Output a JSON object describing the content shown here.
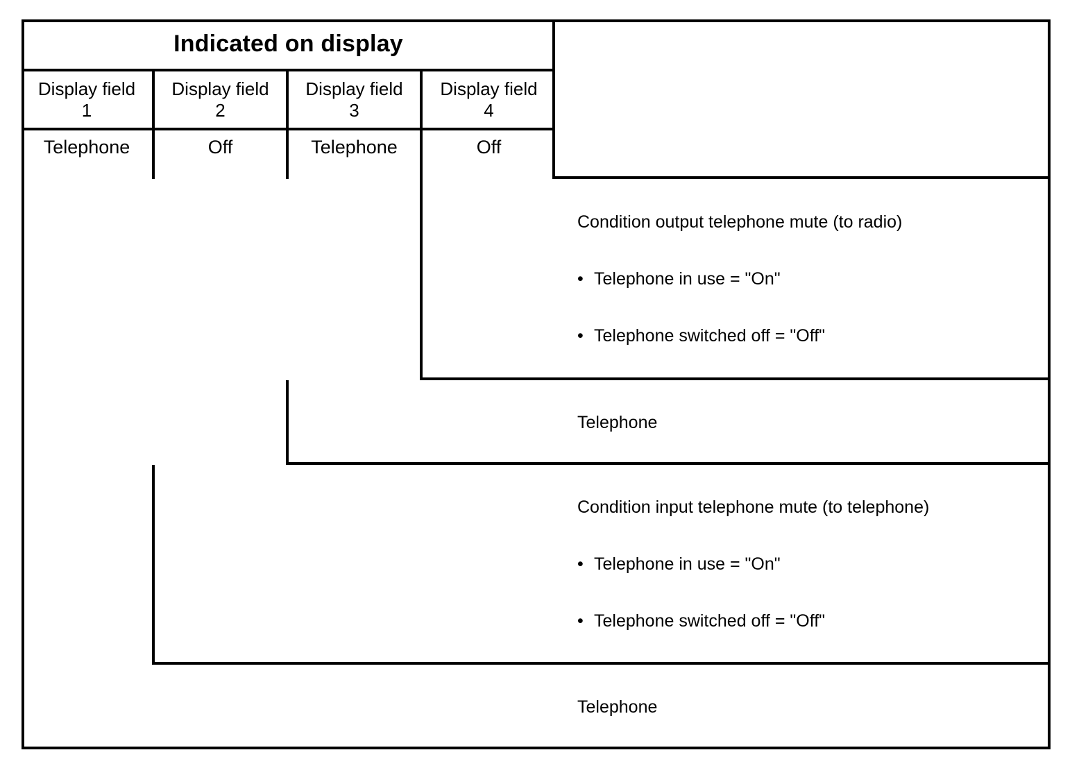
{
  "table": {
    "title": "Indicated on display",
    "columns": [
      {
        "label_line1": "Display field",
        "label_line2": "1",
        "value": "Telephone"
      },
      {
        "label_line1": "Display field",
        "label_line2": "2",
        "value": "Off"
      },
      {
        "label_line1": "Display field",
        "label_line2": "3",
        "value": "Telephone"
      },
      {
        "label_line1": "Display field",
        "label_line2": "4",
        "value": "Off"
      }
    ]
  },
  "blocks": [
    {
      "id": "condition-output-telephone-mute",
      "heading": "Condition output telephone mute (to radio)",
      "bullet_symbol": "•",
      "bullets": [
        "Telephone in use = \"On\"",
        "Telephone switched off = \"Off\""
      ]
    },
    {
      "id": "telephone-label-upper",
      "label": "Telephone"
    },
    {
      "id": "condition-input-telephone-mute",
      "heading": "Condition input telephone mute (to telephone)",
      "bullet_symbol": "•",
      "bullets": [
        "Telephone in use = \"On\"",
        "Telephone switched off = \"Off\""
      ]
    },
    {
      "id": "telephone-label-lower",
      "label": "Telephone"
    }
  ],
  "colors": {
    "line": "#000000",
    "background": "#ffffff",
    "text": "#000000"
  }
}
